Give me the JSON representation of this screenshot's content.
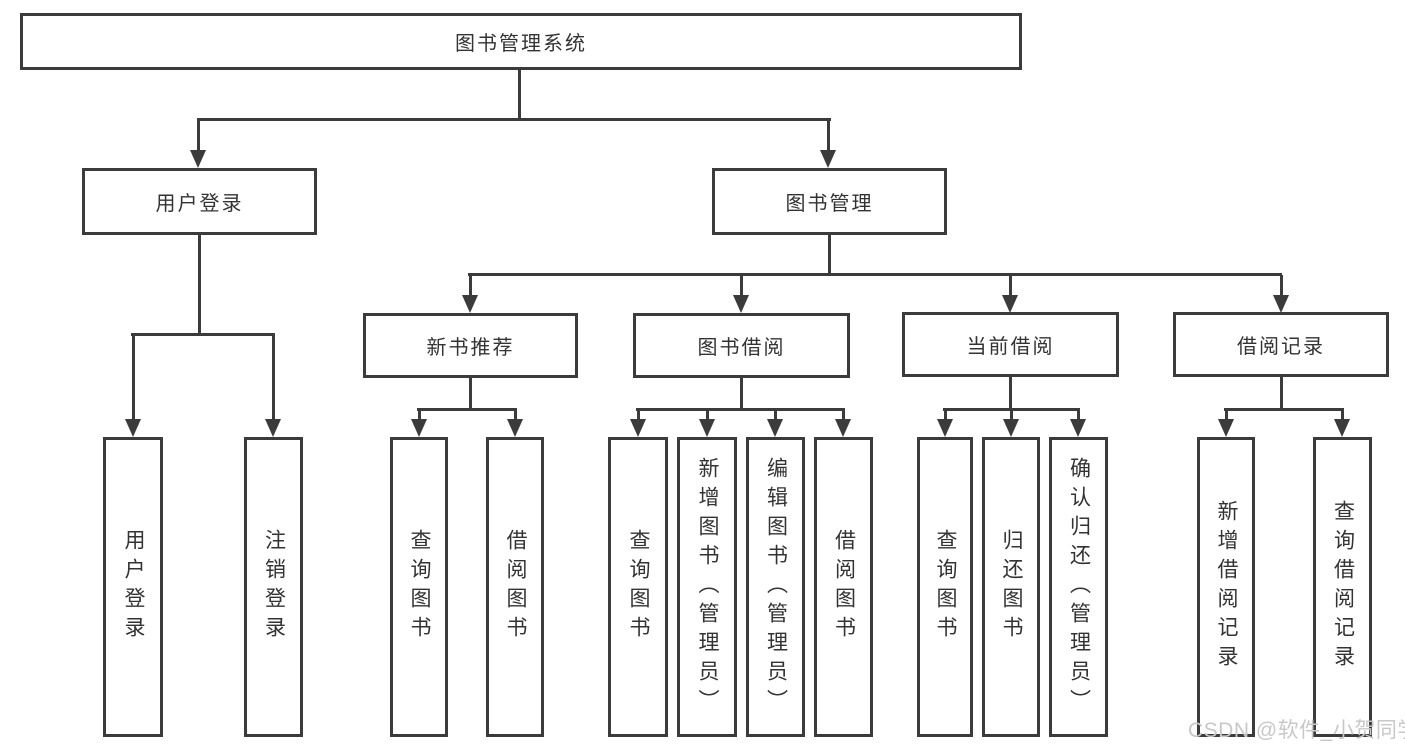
{
  "diagram": {
    "root": {
      "label": "图书管理系统"
    },
    "user_login": {
      "label": "用户登录",
      "children": [
        {
          "label": "用户登录"
        },
        {
          "label": "注销登录"
        }
      ]
    },
    "book_mgmt": {
      "label": "图书管理",
      "groups": [
        {
          "label": "新书推荐",
          "children": [
            {
              "label": "查询图书"
            },
            {
              "label": "借阅图书"
            }
          ]
        },
        {
          "label": "图书借阅",
          "children": [
            {
              "label": "查询图书"
            },
            {
              "label": "新增图书（管理员）"
            },
            {
              "label": "编辑图书（管理员）"
            },
            {
              "label": "借阅图书"
            }
          ]
        },
        {
          "label": "当前借阅",
          "children": [
            {
              "label": "查询图书"
            },
            {
              "label": "归还图书"
            },
            {
              "label": "确认归还（管理员）"
            }
          ]
        },
        {
          "label": "借阅记录",
          "children": [
            {
              "label": "新增借阅记录"
            },
            {
              "label": "查询借阅记录"
            }
          ]
        }
      ]
    }
  },
  "watermark": {
    "text": "CSDN @软件_小贺同学"
  },
  "colors": {
    "line": "#3b3b3b",
    "text": "#333333",
    "watermark": "#c8c8c8",
    "background": "#ffffff"
  }
}
